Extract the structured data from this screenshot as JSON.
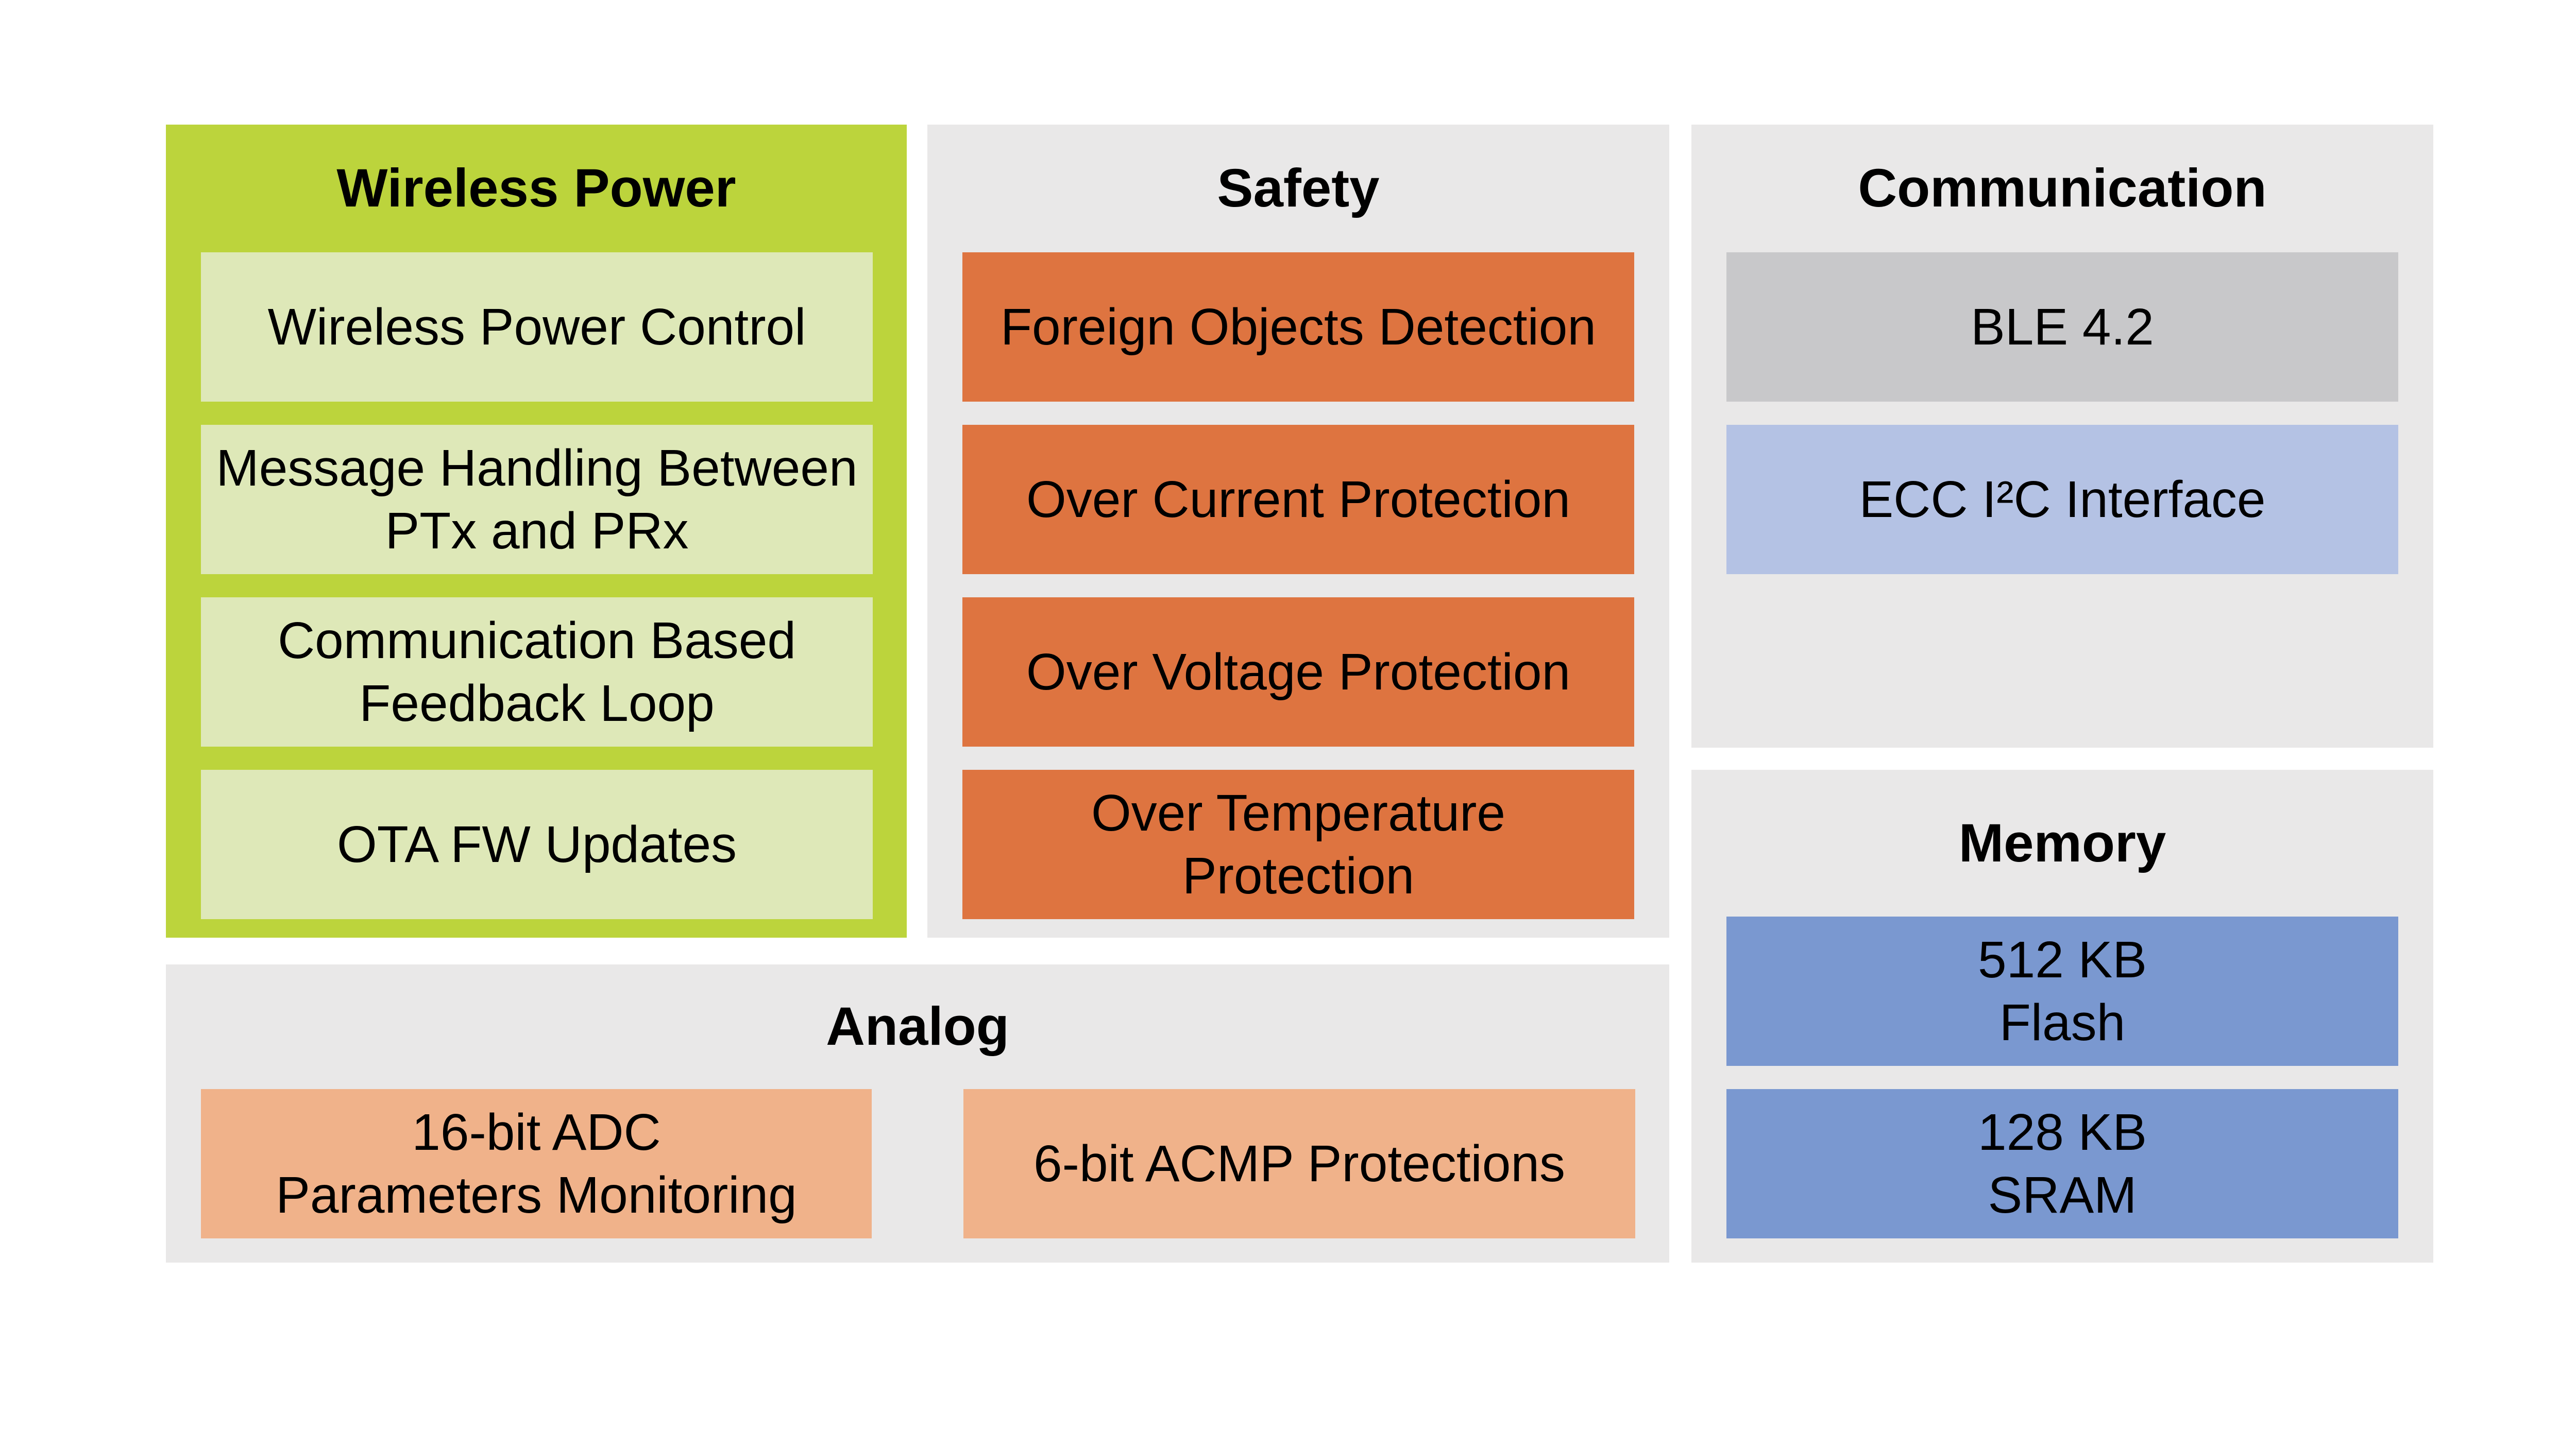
{
  "colors": {
    "canvas_bg": "#ffffff",
    "panel_gray": "#e9e8e8",
    "wireless_green": "#bcd43c",
    "wireless_item_green": "#dee8b8",
    "safety_orange": "#de7440",
    "comm_ble_gray": "#c8c8ca",
    "comm_i2c_blue": "#b4c2e4",
    "memory_blue": "#7a98d0",
    "analog_peach": "#f0b28a",
    "text_black": "#000000"
  },
  "sections": {
    "wireless_power": {
      "title": "Wireless Power",
      "items": [
        {
          "lines": [
            "Wireless Power Control"
          ]
        },
        {
          "lines": [
            "Message Handling Between",
            "PTx and PRx"
          ]
        },
        {
          "lines": [
            "Communication Based",
            "Feedback Loop"
          ]
        },
        {
          "lines": [
            "OTA FW Updates"
          ]
        }
      ]
    },
    "safety": {
      "title": "Safety",
      "items": [
        {
          "lines": [
            "Foreign Objects Detection"
          ]
        },
        {
          "lines": [
            "Over Current Protection"
          ]
        },
        {
          "lines": [
            "Over Voltage Protection"
          ]
        },
        {
          "lines": [
            "Over Temperature",
            "Protection"
          ]
        }
      ]
    },
    "communication": {
      "title": "Communication",
      "items": [
        {
          "lines": [
            "BLE 4.2"
          ]
        },
        {
          "lines": [
            "ECC I²C Interface"
          ]
        }
      ]
    },
    "memory": {
      "title": "Memory",
      "items": [
        {
          "lines": [
            "512 KB",
            "Flash"
          ]
        },
        {
          "lines": [
            "128 KB",
            "SRAM"
          ]
        }
      ]
    },
    "analog": {
      "title": "Analog",
      "items": [
        {
          "lines": [
            "16-bit ADC",
            "Parameters Monitoring"
          ]
        },
        {
          "lines": [
            "6-bit ACMP Protections"
          ]
        }
      ]
    }
  }
}
